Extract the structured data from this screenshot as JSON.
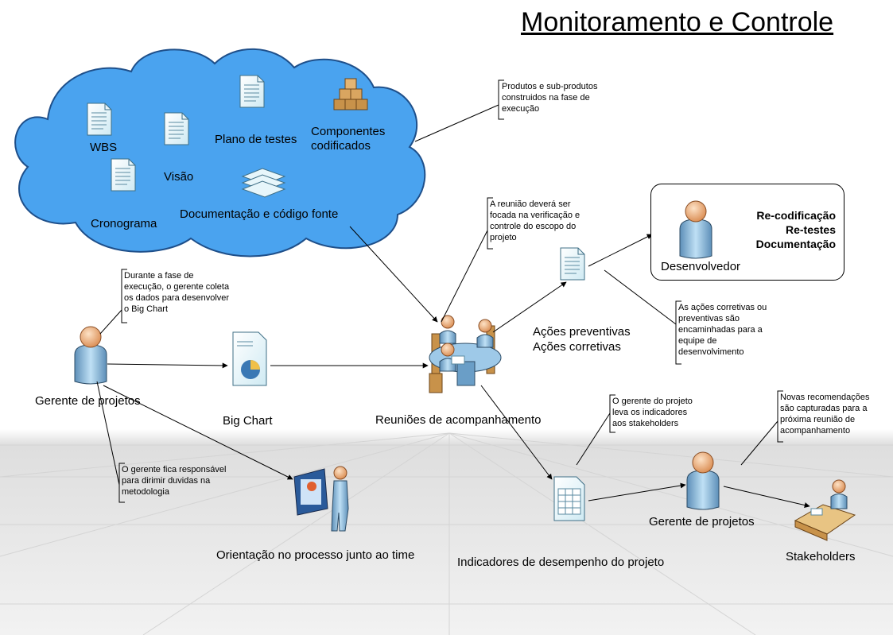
{
  "title": "Monitoramento e Controle",
  "colors": {
    "cloud_fill": "#4aa3ef",
    "doc_fill": "#e7f6fb",
    "person_head": "#f2b07c",
    "person_body": "#9ec9e8",
    "table_top": "#9ec9e8",
    "box_brown": "#c8924a"
  },
  "cloud": {
    "wbs": "WBS",
    "visao": "Visão",
    "cronograma": "Cronograma",
    "plano_testes": "Plano de testes",
    "componentes": [
      "Componentes",
      "codificados"
    ],
    "documentacao": "Documentação e código fonte"
  },
  "nodes": {
    "gerente1": "Gerente de projetos",
    "big_chart": "Big Chart",
    "reunioes": "Reuniões de acompanhamento",
    "acoes": [
      "Ações preventivas",
      "Ações corretivas"
    ],
    "desenvolvedor": "Desenvolvedor",
    "dev_actions": [
      "Re-codificação",
      "Re-testes",
      "Documentação"
    ],
    "orientacao": "Orientação no processo junto ao time",
    "indicadores": "Indicadores de desempenho do projeto",
    "gerente2": "Gerente de projetos",
    "stakeholders": "Stakeholders"
  },
  "notes": {
    "produtos": [
      "Produtos e sub-produtos",
      "construidos na fase de",
      "execução"
    ],
    "reuniao": [
      "A reunião deverá ser",
      "focada na verificação e",
      "controle do escopo do",
      "projeto"
    ],
    "durante": [
      "Durante a fase de",
      "execução, o gerente coleta",
      "os dados para desenvolver",
      "o Big Chart"
    ],
    "acoes_notes": [
      "As ações corretivas ou",
      "preventivas são",
      "encaminhadas para a",
      "equipe de",
      "desenvolvimento"
    ],
    "gerente_leva": [
      "O gerente do projeto",
      "leva os indicadores",
      "aos stakeholders"
    ],
    "novas": [
      "Novas recomendações",
      "são capturadas para a",
      "próxima reunião de",
      "acompanhamento"
    ],
    "duvidas": [
      "O gerente fica responsável",
      "para dirimir duvidas na",
      "metodologia"
    ]
  },
  "icons": {
    "documents": "document-icon",
    "people": "person-icon",
    "meeting": "meeting-table-icon",
    "chart": "pie-chart-document-icon",
    "boxes": "boxes-icon",
    "stack": "paper-stack-icon",
    "presenter": "presenter-icon",
    "table_doc": "table-document-icon",
    "desk": "desk-worker-icon"
  }
}
